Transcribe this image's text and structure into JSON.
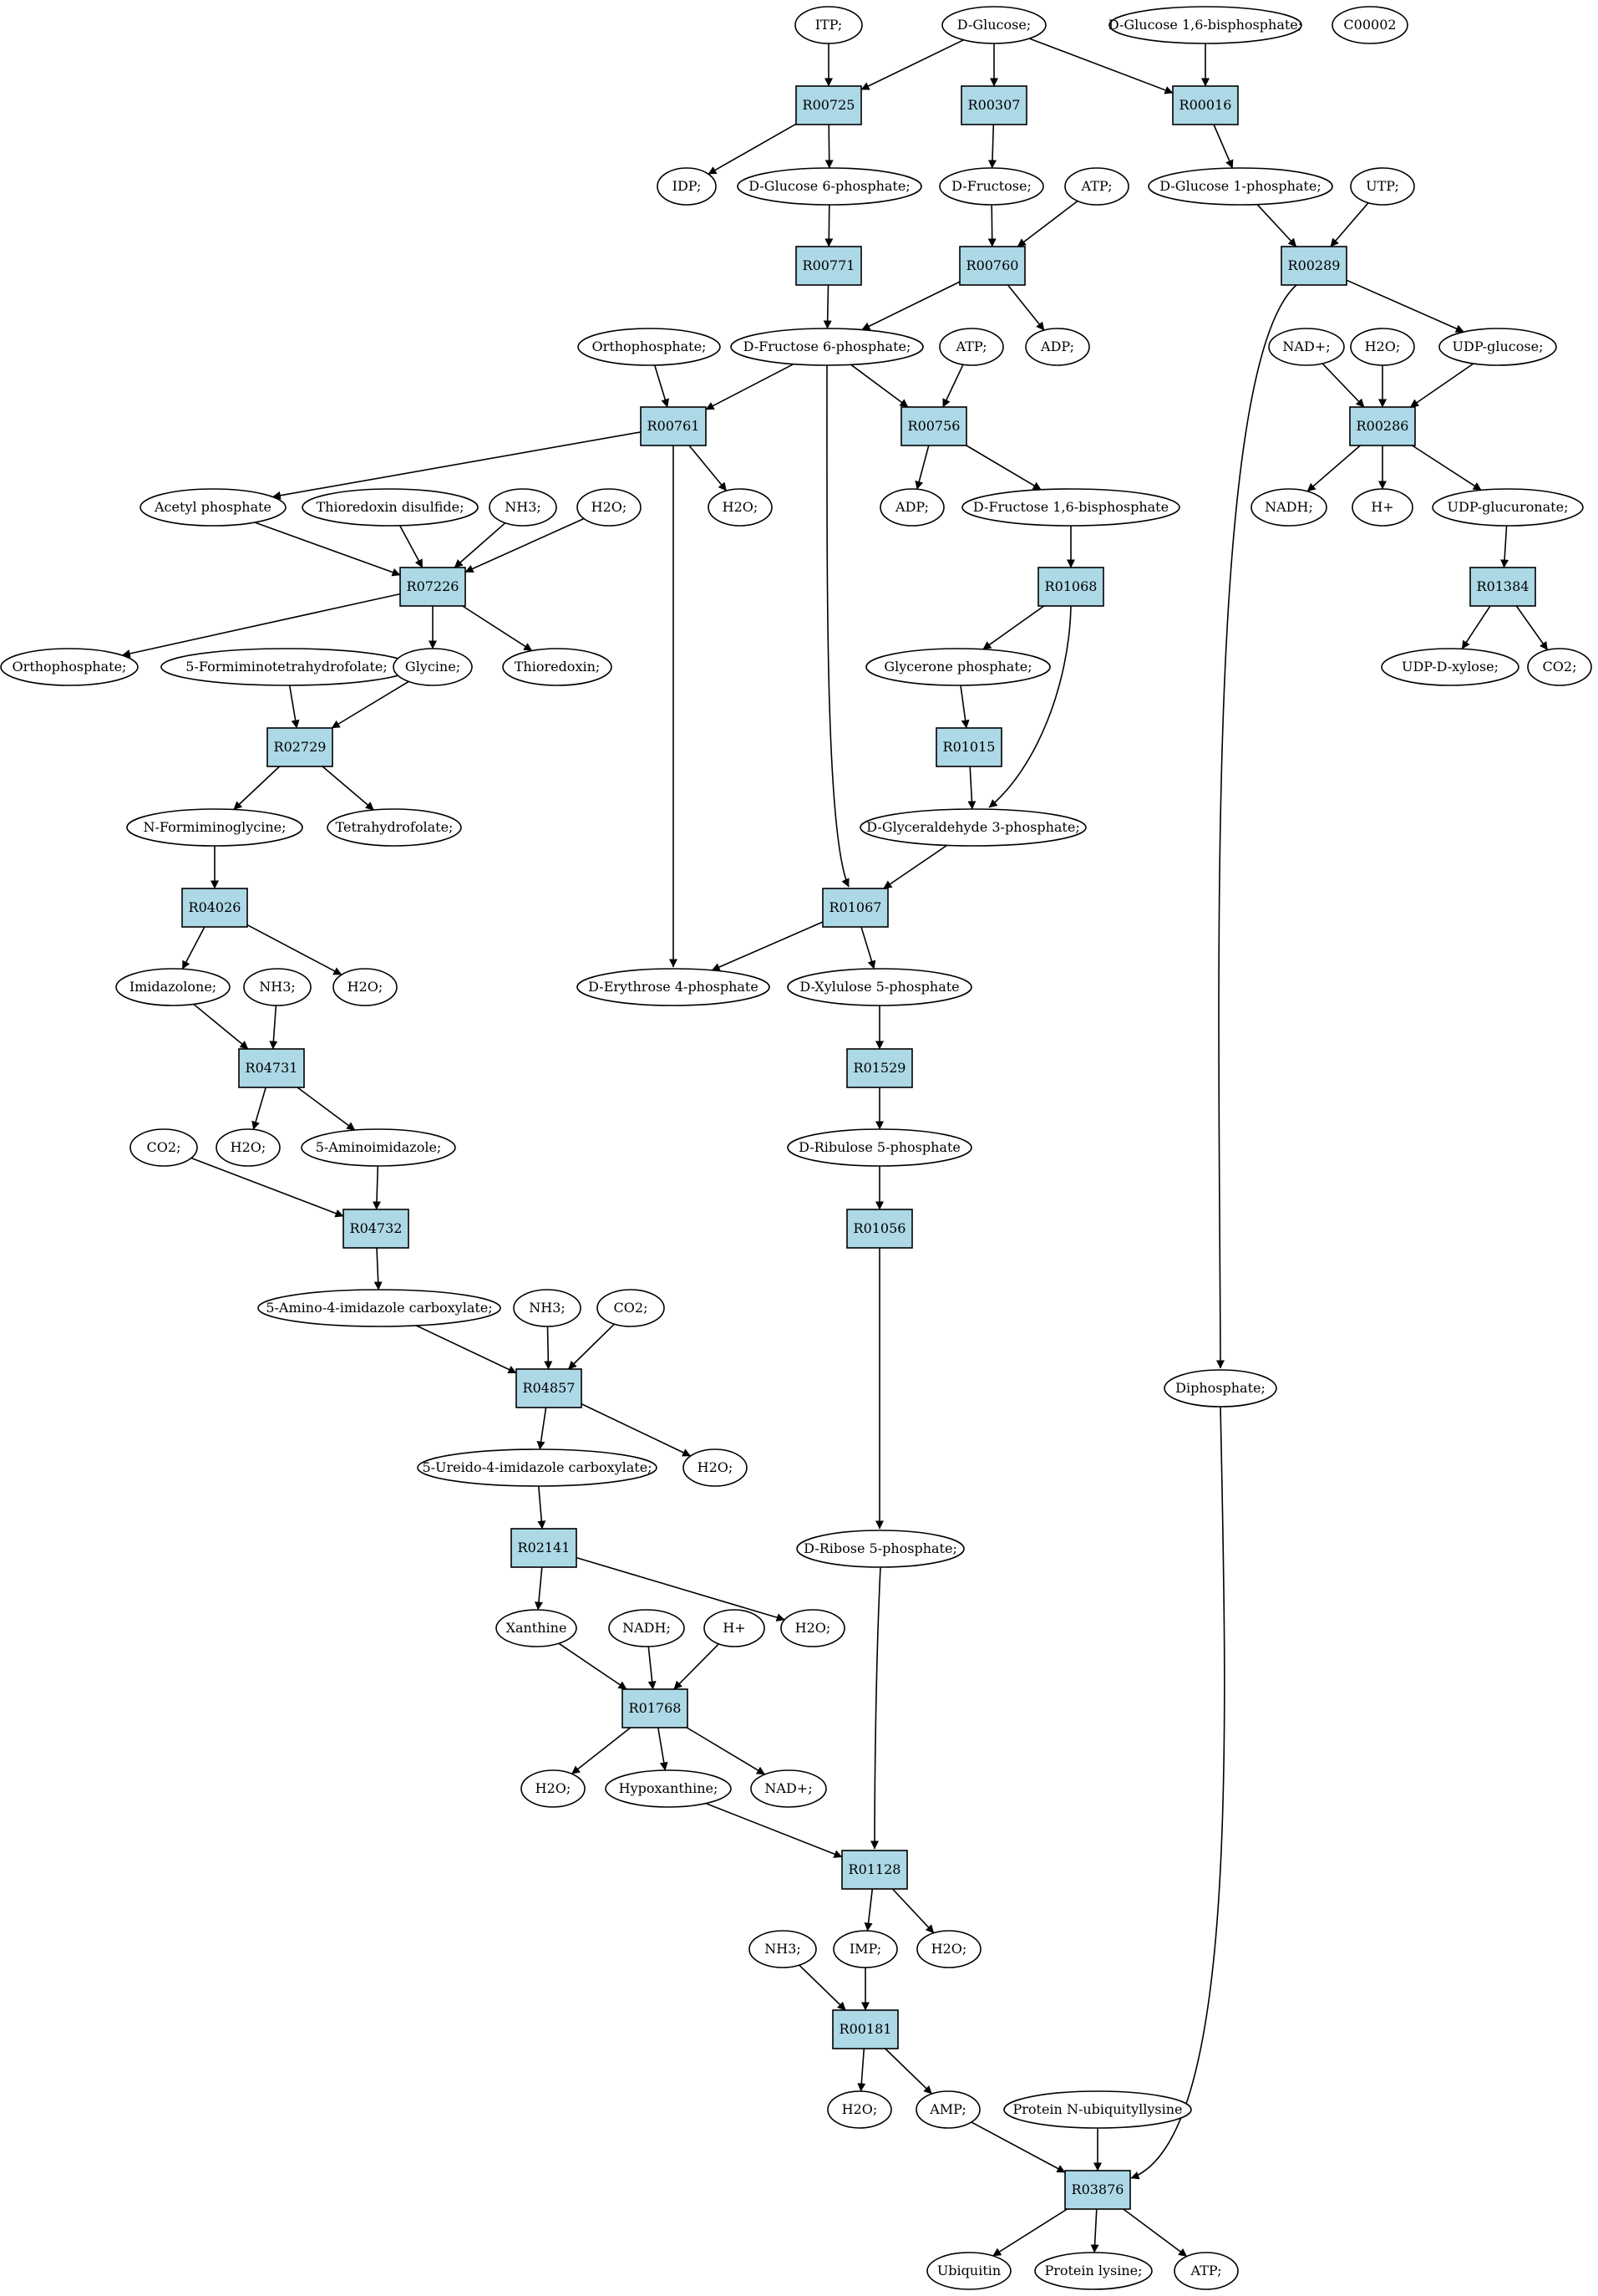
{
  "colors": {
    "reaction_fill": "#add8e6",
    "metabolite_fill": "#ffffff",
    "start_fill": "#00ff00",
    "highlight_fill": "#ffff00",
    "stroke": "#000000"
  },
  "metabolites": [
    {
      "id": "itp",
      "label": "ITP;"
    },
    {
      "id": "dglucose",
      "label": "D-Glucose;",
      "fill": "#00ff00"
    },
    {
      "id": "dg16bp",
      "label": "D-Glucose 1,6-bisphosphate;"
    },
    {
      "id": "c00002",
      "label": "C00002",
      "fill": "#ffff00"
    },
    {
      "id": "idp",
      "label": "IDP;"
    },
    {
      "id": "dg6p",
      "label": "D-Glucose 6-phosphate;"
    },
    {
      "id": "dfructose",
      "label": "D-Fructose;"
    },
    {
      "id": "atp1",
      "label": "ATP;"
    },
    {
      "id": "dg1p",
      "label": "D-Glucose 1-phosphate;"
    },
    {
      "id": "utp",
      "label": "UTP;"
    },
    {
      "id": "orthophos1",
      "label": "Orthophosphate;"
    },
    {
      "id": "df6p",
      "label": "D-Fructose 6-phosphate;"
    },
    {
      "id": "atp2",
      "label": "ATP;"
    },
    {
      "id": "adp1",
      "label": "ADP;"
    },
    {
      "id": "nadp1",
      "label": "NAD+;"
    },
    {
      "id": "h2o_r286",
      "label": "H2O;"
    },
    {
      "id": "udpglucose",
      "label": "UDP-glucose;"
    },
    {
      "id": "acetylp",
      "label": "Acetyl phosphate"
    },
    {
      "id": "thiodisulf",
      "label": "Thioredoxin disulfide;"
    },
    {
      "id": "nh3_1",
      "label": "NH3;"
    },
    {
      "id": "h2o_1",
      "label": "H2O;"
    },
    {
      "id": "h2o_2",
      "label": "H2O;"
    },
    {
      "id": "adp2",
      "label": "ADP;"
    },
    {
      "id": "df16bp",
      "label": "D-Fructose 1,6-bisphosphate"
    },
    {
      "id": "nadh1",
      "label": "NADH;"
    },
    {
      "id": "hplus1",
      "label": "H+"
    },
    {
      "id": "udpglucuronate",
      "label": "UDP-glucuronate;"
    },
    {
      "id": "orthophos2",
      "label": "Orthophosphate;"
    },
    {
      "id": "fthf",
      "label": "5-Formiminotetrahydrofolate;"
    },
    {
      "id": "glycine",
      "label": "Glycine;"
    },
    {
      "id": "thioredoxin",
      "label": "Thioredoxin;"
    },
    {
      "id": "glycerone",
      "label": "Glycerone phosphate;"
    },
    {
      "id": "udpxylose",
      "label": "UDP-D-xylose;"
    },
    {
      "id": "co2_1",
      "label": "CO2;"
    },
    {
      "id": "nformgly",
      "label": "N-Formiminoglycine;"
    },
    {
      "id": "thf",
      "label": "Tetrahydrofolate;"
    },
    {
      "id": "g3p",
      "label": "D-Glyceraldehyde 3-phosphate;"
    },
    {
      "id": "imidazolone",
      "label": "Imidazolone;"
    },
    {
      "id": "nh3_2",
      "label": "NH3;"
    },
    {
      "id": "h2o_3",
      "label": "H2O;"
    },
    {
      "id": "e4p",
      "label": "D-Erythrose 4-phosphate"
    },
    {
      "id": "xu5p",
      "label": "D-Xylulose 5-phosphate"
    },
    {
      "id": "h2o_4",
      "label": "H2O;"
    },
    {
      "id": "aminoimid",
      "label": "5-Aminoimidazole;"
    },
    {
      "id": "co2_2",
      "label": "CO2;"
    },
    {
      "id": "ru5p",
      "label": "D-Ribulose 5-phosphate"
    },
    {
      "id": "aica",
      "label": "5-Amino-4-imidazole carboxylate;"
    },
    {
      "id": "nh3_3",
      "label": "NH3;"
    },
    {
      "id": "co2_3",
      "label": "CO2;"
    },
    {
      "id": "diphosphate",
      "label": "Diphosphate;"
    },
    {
      "id": "ureido",
      "label": "5-Ureido-4-imidazole carboxylate;"
    },
    {
      "id": "h2o_5",
      "label": "H2O;"
    },
    {
      "id": "r5p",
      "label": "D-Ribose 5-phosphate;"
    },
    {
      "id": "xanthine",
      "label": "Xanthine"
    },
    {
      "id": "nadh2",
      "label": "NADH;"
    },
    {
      "id": "hplus2",
      "label": "H+"
    },
    {
      "id": "h2o_6",
      "label": "H2O;"
    },
    {
      "id": "h2o_7",
      "label": "H2O;"
    },
    {
      "id": "hypox",
      "label": "Hypoxanthine;"
    },
    {
      "id": "nadp2",
      "label": "NAD+;"
    },
    {
      "id": "nh3_4",
      "label": "NH3;"
    },
    {
      "id": "imp",
      "label": "IMP;"
    },
    {
      "id": "h2o_8",
      "label": "H2O;"
    },
    {
      "id": "h2o_9",
      "label": "H2O;"
    },
    {
      "id": "amp",
      "label": "AMP;"
    },
    {
      "id": "protnub",
      "label": "Protein N-ubiquityllysine"
    },
    {
      "id": "ubiquitin",
      "label": "Ubiquitin"
    },
    {
      "id": "protlys",
      "label": "Protein lysine;"
    },
    {
      "id": "atp3",
      "label": "ATP;"
    }
  ],
  "reactions": [
    {
      "id": "R00725",
      "label": "R00725"
    },
    {
      "id": "R00307",
      "label": "R00307"
    },
    {
      "id": "R00016",
      "label": "R00016"
    },
    {
      "id": "R00771",
      "label": "R00771"
    },
    {
      "id": "R00760",
      "label": "R00760"
    },
    {
      "id": "R00289",
      "label": "R00289"
    },
    {
      "id": "R00761",
      "label": "R00761"
    },
    {
      "id": "R00756",
      "label": "R00756"
    },
    {
      "id": "R00286",
      "label": "R00286"
    },
    {
      "id": "R07226",
      "label": "R07226"
    },
    {
      "id": "R01068",
      "label": "R01068"
    },
    {
      "id": "R01384",
      "label": "R01384"
    },
    {
      "id": "R02729",
      "label": "R02729"
    },
    {
      "id": "R01015",
      "label": "R01015"
    },
    {
      "id": "R04026",
      "label": "R04026"
    },
    {
      "id": "R01067",
      "label": "R01067"
    },
    {
      "id": "R04731",
      "label": "R04731"
    },
    {
      "id": "R01529",
      "label": "R01529"
    },
    {
      "id": "R04732",
      "label": "R04732"
    },
    {
      "id": "R01056",
      "label": "R01056"
    },
    {
      "id": "R04857",
      "label": "R04857"
    },
    {
      "id": "R02141",
      "label": "R02141"
    },
    {
      "id": "R01768",
      "label": "R01768"
    },
    {
      "id": "R01128",
      "label": "R01128"
    },
    {
      "id": "R00181",
      "label": "R00181"
    },
    {
      "id": "R03876",
      "label": "R03876"
    }
  ],
  "edges": [
    [
      "itp",
      "R00725"
    ],
    [
      "dglucose",
      "R00725"
    ],
    [
      "dglucose",
      "R00307"
    ],
    [
      "dglucose",
      "R00016"
    ],
    [
      "dg16bp",
      "R00016"
    ],
    [
      "R00725",
      "idp"
    ],
    [
      "R00725",
      "dg6p"
    ],
    [
      "R00307",
      "dfructose"
    ],
    [
      "R00016",
      "dg1p"
    ],
    [
      "dg6p",
      "R00771"
    ],
    [
      "dfructose",
      "R00760"
    ],
    [
      "atp1",
      "R00760"
    ],
    [
      "dg1p",
      "R00289"
    ],
    [
      "utp",
      "R00289"
    ],
    [
      "R00771",
      "df6p"
    ],
    [
      "R00760",
      "df6p"
    ],
    [
      "R00760",
      "adp1"
    ],
    [
      "R00289",
      "udpglucose"
    ],
    [
      "R00289",
      "diphosphate"
    ],
    [
      "orthophos1",
      "R00761"
    ],
    [
      "df6p",
      "R00761"
    ],
    [
      "df6p",
      "R00756"
    ],
    [
      "df6p",
      "R01067"
    ],
    [
      "atp2",
      "R00756"
    ],
    [
      "nadp1",
      "R00286"
    ],
    [
      "h2o_r286",
      "R00286"
    ],
    [
      "udpglucose",
      "R00286"
    ],
    [
      "R00761",
      "acetylp"
    ],
    [
      "R00761",
      "h2o_2"
    ],
    [
      "R00761",
      "e4p"
    ],
    [
      "R00756",
      "adp2"
    ],
    [
      "R00756",
      "df16bp"
    ],
    [
      "R00286",
      "nadh1"
    ],
    [
      "R00286",
      "hplus1"
    ],
    [
      "R00286",
      "udpglucuronate"
    ],
    [
      "acetylp",
      "R07226"
    ],
    [
      "thiodisulf",
      "R07226"
    ],
    [
      "nh3_1",
      "R07226"
    ],
    [
      "h2o_1",
      "R07226"
    ],
    [
      "df16bp",
      "R01068"
    ],
    [
      "udpglucuronate",
      "R01384"
    ],
    [
      "R07226",
      "orthophos2"
    ],
    [
      "R07226",
      "glycine"
    ],
    [
      "R07226",
      "thioredoxin"
    ],
    [
      "R01068",
      "glycerone"
    ],
    [
      "R01068",
      "g3p"
    ],
    [
      "R01384",
      "udpxylose"
    ],
    [
      "R01384",
      "co2_1"
    ],
    [
      "fthf",
      "R02729"
    ],
    [
      "glycine",
      "R02729"
    ],
    [
      "glycerone",
      "R01015"
    ],
    [
      "R02729",
      "nformgly"
    ],
    [
      "R02729",
      "thf"
    ],
    [
      "R01015",
      "g3p"
    ],
    [
      "nformgly",
      "R04026"
    ],
    [
      "g3p",
      "R01067"
    ],
    [
      "R04026",
      "imidazolone"
    ],
    [
      "R04026",
      "h2o_3"
    ],
    [
      "R01067",
      "e4p"
    ],
    [
      "R01067",
      "xu5p"
    ],
    [
      "imidazolone",
      "R04731"
    ],
    [
      "nh3_2",
      "R04731"
    ],
    [
      "xu5p",
      "R01529"
    ],
    [
      "R04731",
      "h2o_4"
    ],
    [
      "R04731",
      "aminoimid"
    ],
    [
      "R01529",
      "ru5p"
    ],
    [
      "co2_2",
      "R04732"
    ],
    [
      "aminoimid",
      "R04732"
    ],
    [
      "ru5p",
      "R01056"
    ],
    [
      "R04732",
      "aica"
    ],
    [
      "aica",
      "R04857"
    ],
    [
      "nh3_3",
      "R04857"
    ],
    [
      "co2_3",
      "R04857"
    ],
    [
      "R04857",
      "ureido"
    ],
    [
      "R04857",
      "h2o_5"
    ],
    [
      "R01056",
      "r5p"
    ],
    [
      "ureido",
      "R02141"
    ],
    [
      "R02141",
      "xanthine"
    ],
    [
      "R02141",
      "h2o_6"
    ],
    [
      "xanthine",
      "R01768"
    ],
    [
      "nadh2",
      "R01768"
    ],
    [
      "hplus2",
      "R01768"
    ],
    [
      "R01768",
      "h2o_7"
    ],
    [
      "R01768",
      "hypox"
    ],
    [
      "R01768",
      "nadp2"
    ],
    [
      "hypox",
      "R01128"
    ],
    [
      "r5p",
      "R01128"
    ],
    [
      "R01128",
      "imp"
    ],
    [
      "R01128",
      "h2o_8"
    ],
    [
      "nh3_4",
      "R00181"
    ],
    [
      "imp",
      "R00181"
    ],
    [
      "R00181",
      "h2o_9"
    ],
    [
      "R00181",
      "amp"
    ],
    [
      "amp",
      "R03876"
    ],
    [
      "protnub",
      "R03876"
    ],
    [
      "diphosphate",
      "R03876"
    ],
    [
      "R03876",
      "ubiquitin"
    ],
    [
      "R03876",
      "protlys"
    ],
    [
      "R03876",
      "atp3"
    ]
  ]
}
